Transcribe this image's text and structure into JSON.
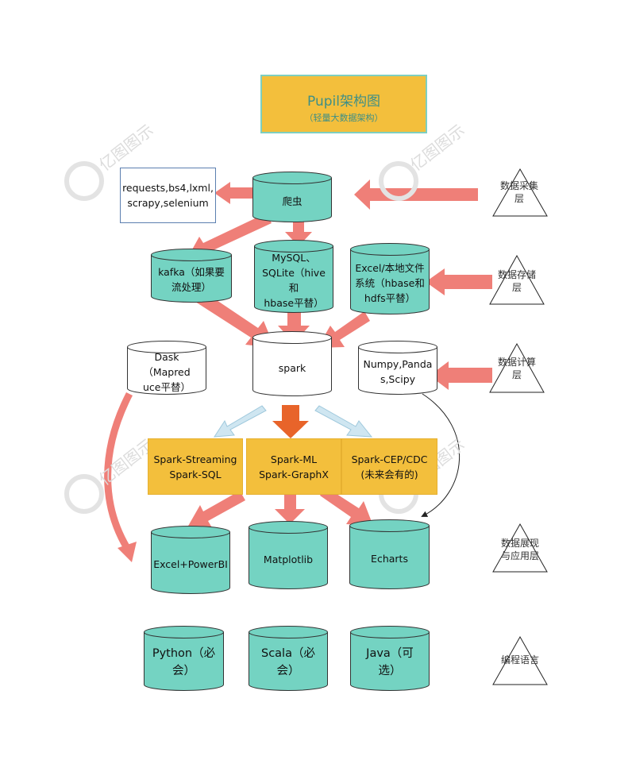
{
  "title": {
    "main": "Pupil架构图",
    "subtitle": "（轻量大数据架构）"
  },
  "watermark": "亿图图示",
  "nodes": {
    "crawler": "爬虫",
    "crawler_libs": [
      "requests,bs4,lxml,",
      "scrapy,selenium"
    ],
    "kafka": [
      "kafka（如果要",
      "流处理）"
    ],
    "mysql": [
      "MySQL、",
      "SQLite（hive和",
      "hbase平替）"
    ],
    "excel_storage": [
      "Excel/本地文件",
      "系统（hbase和",
      "hdfs平替）"
    ],
    "dask": [
      "Dask（Mapred",
      "uce平替）"
    ],
    "spark": "spark",
    "numpy": [
      "Numpy,Panda",
      "s,Scipy"
    ],
    "spark_streaming": [
      "Spark-Streaming",
      "Spark-SQL"
    ],
    "spark_ml": [
      "Spark-ML",
      "Spark-GraphX"
    ],
    "spark_cep": [
      "Spark-CEP/CDC",
      "(未来会有的)"
    ],
    "excel_powerbi": "Excel+PowerBI",
    "matplotlib": "Matplotlib",
    "echarts": "Echarts",
    "python": [
      "Python（必",
      "会）"
    ],
    "scala": [
      "Scala（必",
      "会）"
    ],
    "java": [
      "Java（可",
      "选）"
    ]
  },
  "layers": {
    "collection": [
      "数据采集",
      "层"
    ],
    "storage": [
      "数据存储",
      "层"
    ],
    "compute": [
      "数据计算",
      "层"
    ],
    "display": [
      "数据展现",
      "与应用层"
    ],
    "language": [
      "编程语言"
    ]
  },
  "colors": {
    "teal": "#74d3c2",
    "gold": "#f3bf3c",
    "salmon_arrow": "#ef7f78",
    "orange_arrow": "#e8642a",
    "light_blue_arrow": "#cfe6f1",
    "title_text": "#3e8f86"
  }
}
